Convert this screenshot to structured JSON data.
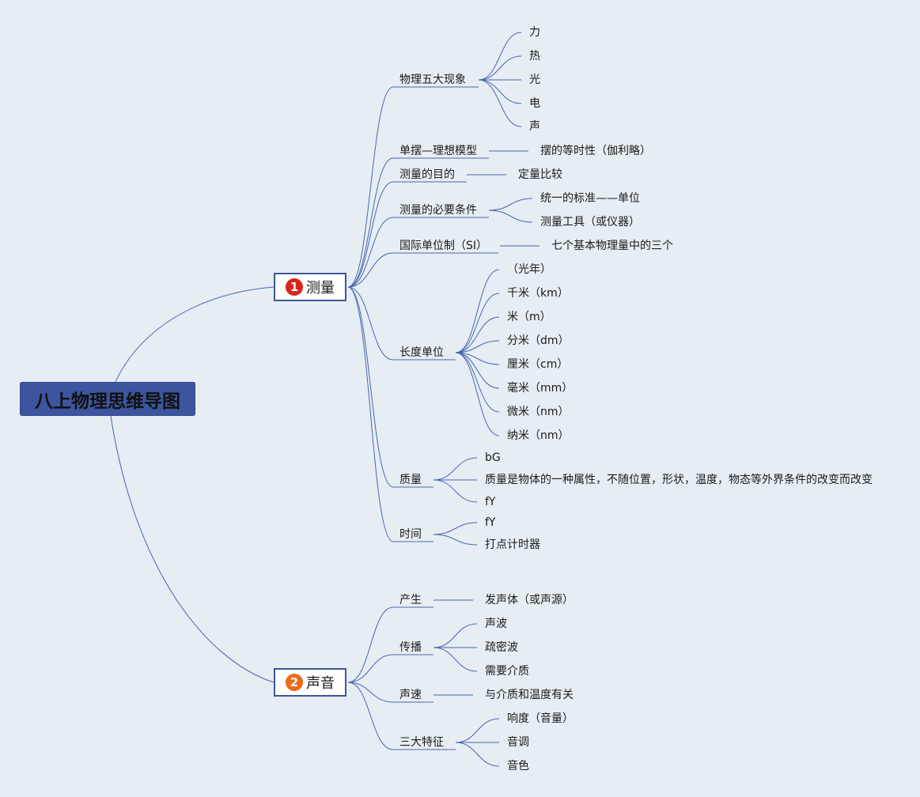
{
  "root": {
    "title": "八上物理思维导图"
  },
  "branch1": {
    "number": "1",
    "label": "测量",
    "badge_color": "#d9261c",
    "items": [
      {
        "label": "物理五大现象",
        "children": [
          "力",
          "热",
          "光",
          "电",
          "声"
        ]
      },
      {
        "label": "单摆—理想模型",
        "children": [
          "摆的等时性（伽利略）"
        ]
      },
      {
        "label": "测量的目的",
        "children": [
          "定量比较"
        ]
      },
      {
        "label": "测量的必要条件",
        "children": [
          "统一的标准——单位",
          "测量工具（或仪器）"
        ]
      },
      {
        "label": "国际单位制（SI）",
        "children": [
          "七个基本物理量中的三个"
        ]
      },
      {
        "label": "长度单位",
        "children": [
          "（光年）",
          "千米（km）",
          "米（m）",
          "分米（dm）",
          "厘米（cm）",
          "毫米（mm）",
          "微米（nm）",
          "纳米（nm）"
        ]
      },
      {
        "label": "质量",
        "children": [
          "bG",
          "质量是物体的一种属性，不随位置，形状，温度，物态等外界条件的改变而改变",
          "fY"
        ]
      },
      {
        "label": "时间",
        "children": [
          "fY",
          "打点计时器"
        ]
      }
    ]
  },
  "branch2": {
    "number": "2",
    "label": "声音",
    "badge_color": "#ea6a17",
    "items": [
      {
        "label": "产生",
        "children": [
          "发声体（或声源）"
        ]
      },
      {
        "label": "传播",
        "children": [
          "声波",
          "疏密波",
          "需要介质"
        ]
      },
      {
        "label": "声速",
        "children": [
          "与介质和温度有关"
        ]
      },
      {
        "label": "三大特征",
        "children": [
          "响度（音量）",
          "音调",
          "音色"
        ]
      }
    ]
  },
  "colors": {
    "link": "#4a64b0",
    "root_fill": "#3d559e",
    "background": "#e6eef3"
  }
}
